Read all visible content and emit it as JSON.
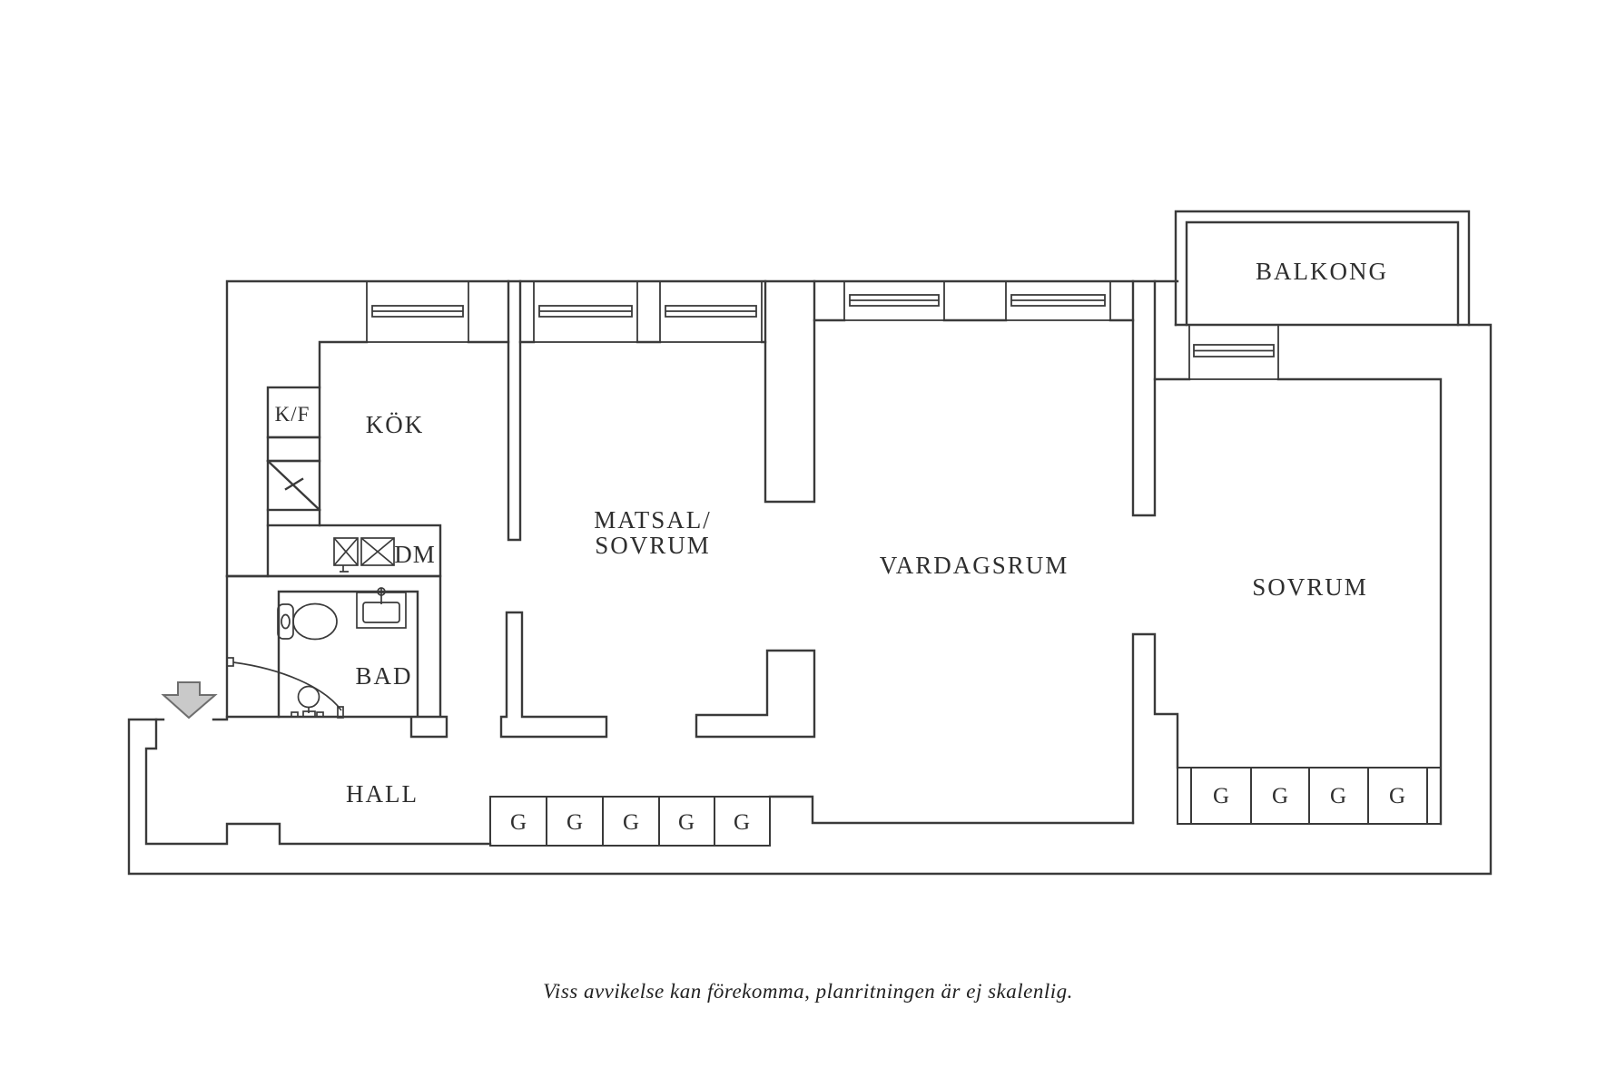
{
  "plan": {
    "balcony_label": "BALKONG",
    "rooms": {
      "kok": "KÖK",
      "matsal_line1": "MATSAL/",
      "matsal_line2": "SOVRUM",
      "vardagsrum": "VARDAGSRUM",
      "sovrum": "SOVRUM",
      "bad": "BAD",
      "hall": "HALL"
    },
    "appliances": {
      "kf": "K/F",
      "dm": "DM"
    },
    "hall_wardrobes": [
      {
        "label": "G"
      },
      {
        "label": "G"
      },
      {
        "label": "G"
      },
      {
        "label": "G"
      },
      {
        "label": "G"
      }
    ],
    "bedroom_wardrobes": [
      {
        "label": "G"
      },
      {
        "label": "G"
      },
      {
        "label": "G"
      },
      {
        "label": "G"
      }
    ],
    "icons": {
      "entrance_arrow": "entrance-arrow",
      "toilet": "toilet",
      "sink": "sink",
      "shower": "shower",
      "kitchen_sink": "kitchen-sink",
      "stove": "stove"
    },
    "colors": {
      "line": "#3a3a3a",
      "background": "#ffffff",
      "arrow_fill": "#c9c9c9",
      "arrow_stroke": "#6e6e6e"
    }
  },
  "footer": {
    "caption": "Viss avvikelse kan förekomma, planritningen är ej skalenlig."
  }
}
